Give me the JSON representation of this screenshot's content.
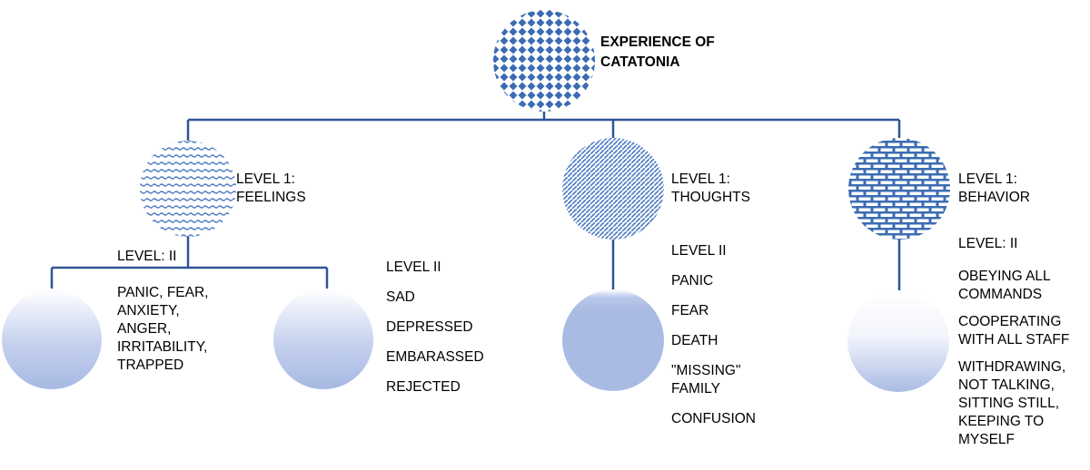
{
  "root": {
    "label_lines": [
      "EXPERIENCE OF",
      "CATATONIA"
    ]
  },
  "branches": [
    {
      "level1_lines": [
        "LEVEL 1:",
        "FEELINGS"
      ],
      "level2_heading": "LEVEL: II",
      "groups": [
        [
          "PANIC, FEAR,",
          "ANXIETY,",
          "ANGER,",
          "IRRITABILITY,",
          "TRAPPED"
        ],
        [
          "LEVEL II",
          "SAD",
          "DEPRESSED",
          "EMBARASSED",
          "REJECTED"
        ]
      ]
    },
    {
      "level1_lines": [
        "LEVEL 1:",
        "THOUGHTS"
      ],
      "items": [
        "LEVEL II",
        "PANIC",
        "FEAR",
        "DEATH",
        "\"MISSING\"\nFAMILY",
        "CONFUSION"
      ]
    },
    {
      "level1_lines": [
        "LEVEL 1:",
        "BEHAVIOR"
      ],
      "level2_heading": "LEVEL: II",
      "items": [
        "OBEYING ALL\nCOMMANDS",
        "COOPERATING\nWITH  ALL STAFF",
        "WITHDRAWING,\nNOT TALKING,\nSITTING STILL,\nKEEPING TO\nMYSELF"
      ]
    }
  ],
  "colors": {
    "connector": "#2f5496",
    "pattern": "#3b6cb3",
    "bubble": "#aabbe3",
    "bubble_light": "#ffffff"
  }
}
